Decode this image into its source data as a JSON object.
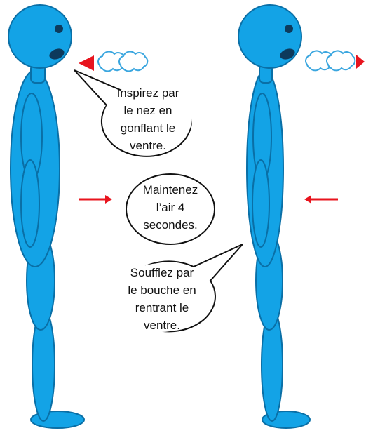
{
  "colors": {
    "figure_fill": "#13a3e6",
    "figure_stroke": "#0a6fa6",
    "arrow": "#e8141e",
    "cloud_stroke": "#3aa6df",
    "bubble_stroke": "#111111",
    "background": "#ffffff"
  },
  "figures": [
    {
      "name": "left-person",
      "nose_arrow_direction": "left"
    },
    {
      "name": "right-person",
      "nose_arrow_direction": "right"
    }
  ],
  "side_arrows": [
    {
      "name": "inward-arrow-left",
      "direction": "right"
    },
    {
      "name": "inward-arrow-right",
      "direction": "left"
    }
  ],
  "bubbles": {
    "inhale": [
      "Inspirez par",
      "le nez en",
      "gonflant le",
      "ventre."
    ],
    "hold": [
      "Maintenez",
      "l’air 4",
      "secondes."
    ],
    "exhale": [
      "Soufflez par",
      "le bouche en",
      "rentrant le",
      "ventre."
    ]
  }
}
